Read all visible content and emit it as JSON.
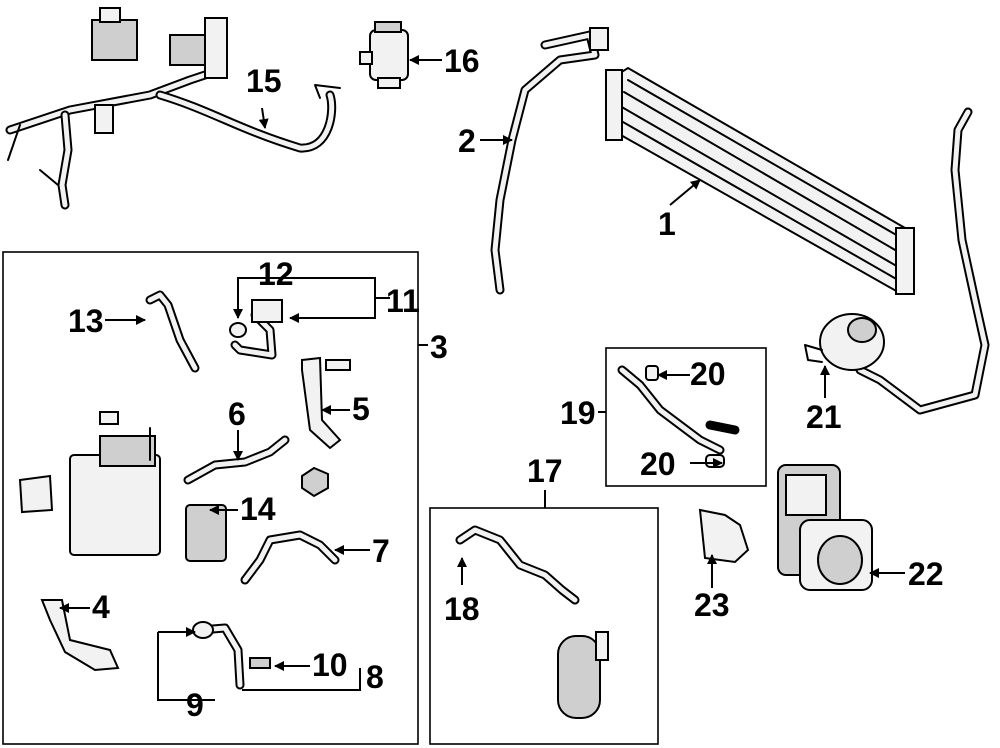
{
  "callouts": {
    "c1": "1",
    "c2": "2",
    "c3": "3",
    "c4": "4",
    "c5": "5",
    "c6": "6",
    "c7": "7",
    "c8": "8",
    "c9": "9",
    "c10": "10",
    "c11": "11",
    "c12": "12",
    "c13": "13",
    "c14": "14",
    "c15": "15",
    "c16": "16",
    "c17": "17",
    "c18": "18",
    "c19": "19",
    "c20a": "20",
    "c20b": "20",
    "c21": "21",
    "c22": "22",
    "c23": "23"
  }
}
